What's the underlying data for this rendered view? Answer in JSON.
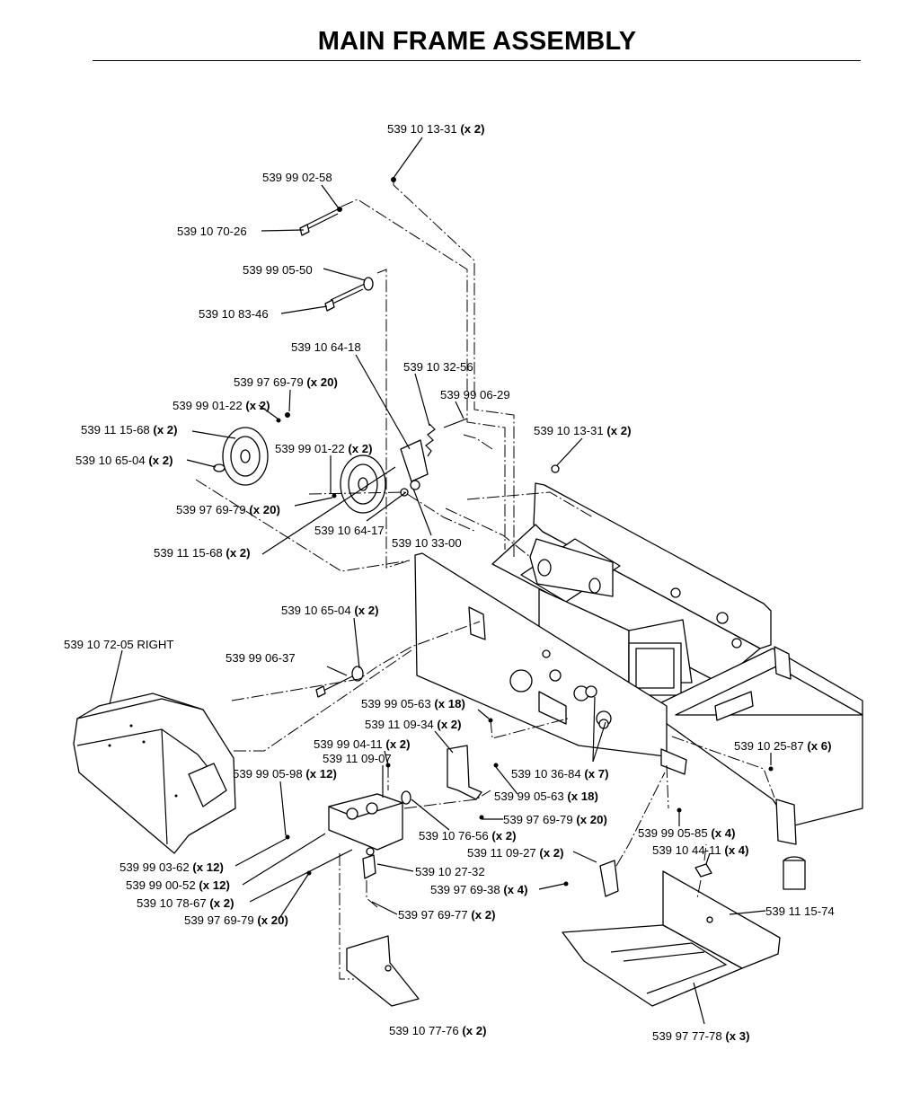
{
  "title": "MAIN FRAME ASSEMBLY",
  "callouts": [
    {
      "id": "c01",
      "part": "539 10 13-31",
      "qty": "(x 2)"
    },
    {
      "id": "c02",
      "part": "539 99 02-58",
      "qty": ""
    },
    {
      "id": "c03",
      "part": "539 10 70-26",
      "qty": ""
    },
    {
      "id": "c04",
      "part": "539 99 05-50",
      "qty": ""
    },
    {
      "id": "c05",
      "part": "539 10 83-46",
      "qty": ""
    },
    {
      "id": "c06",
      "part": "539 10 64-18",
      "qty": ""
    },
    {
      "id": "c07",
      "part": "539 10 32-56",
      "qty": ""
    },
    {
      "id": "c08",
      "part": "539 97 69-79",
      "qty": "(x 20)"
    },
    {
      "id": "c09",
      "part": "539 99 06-29",
      "qty": ""
    },
    {
      "id": "c10",
      "part": "539 99 01-22",
      "qty": "(x 2)"
    },
    {
      "id": "c11",
      "part": "539 11 15-68",
      "qty": "(x 2)"
    },
    {
      "id": "c12",
      "part": "539 10 13-31",
      "qty": "(x 2)"
    },
    {
      "id": "c13",
      "part": "539 99 01-22",
      "qty": "(x 2)"
    },
    {
      "id": "c14",
      "part": "539 10 65-04",
      "qty": "(x 2)"
    },
    {
      "id": "c15",
      "part": "539 97 69-79",
      "qty": "(x 20)"
    },
    {
      "id": "c16",
      "part": "539 10 64-17",
      "qty": ""
    },
    {
      "id": "c17",
      "part": "539 10 33-00",
      "qty": ""
    },
    {
      "id": "c18",
      "part": "539 11 15-68",
      "qty": "(x 2)"
    },
    {
      "id": "c19",
      "part": "539 10 65-04",
      "qty": "(x 2)"
    },
    {
      "id": "c20",
      "part": "539 10 72-05 RIGHT",
      "qty": ""
    },
    {
      "id": "c21",
      "part": "539 99 06-37",
      "qty": ""
    },
    {
      "id": "c22",
      "part": "539 99 05-63",
      "qty": "(x 18)"
    },
    {
      "id": "c23",
      "part": "539 11 09-34",
      "qty": "(x 2)"
    },
    {
      "id": "c24",
      "part": "539 99 04-11",
      "qty": "(x 2)"
    },
    {
      "id": "c25",
      "part": "539 11 09-07",
      "qty": ""
    },
    {
      "id": "c26",
      "part": "539 10 25-87",
      "qty": "(x 6)"
    },
    {
      "id": "c27",
      "part": "539 99 05-98",
      "qty": "(x 12)"
    },
    {
      "id": "c28",
      "part": "539 10 36-84",
      "qty": "(x 7)"
    },
    {
      "id": "c29",
      "part": "539 99 05-63",
      "qty": "(x 18)"
    },
    {
      "id": "c30",
      "part": "539 97 69-79",
      "qty": "(x 20)"
    },
    {
      "id": "c31",
      "part": "539 10 76-56",
      "qty": "(x 2)"
    },
    {
      "id": "c32",
      "part": "539 99 05-85",
      "qty": "(x 4)"
    },
    {
      "id": "c33",
      "part": "539 11 09-27",
      "qty": "(x 2)"
    },
    {
      "id": "c34",
      "part": "539 10 44-11",
      "qty": "(x 4)"
    },
    {
      "id": "c35",
      "part": "539 99 03-62",
      "qty": "(x 12)"
    },
    {
      "id": "c36",
      "part": "539 10 27-32",
      "qty": ""
    },
    {
      "id": "c37",
      "part": "539 99 00-52",
      "qty": "(x 12)"
    },
    {
      "id": "c38",
      "part": "539 97 69-38",
      "qty": "(x 4)"
    },
    {
      "id": "c39",
      "part": "539 10 78-67",
      "qty": "(x 2)"
    },
    {
      "id": "c40",
      "part": "539 11 15-74",
      "qty": ""
    },
    {
      "id": "c41",
      "part": "539 97 69-79",
      "qty": "(x 20)"
    },
    {
      "id": "c42",
      "part": "539 97 69-77",
      "qty": "(x 2)"
    },
    {
      "id": "c43",
      "part": "539 10 77-76",
      "qty": "(x 2)"
    },
    {
      "id": "c44",
      "part": "539 97 77-78",
      "qty": "(x 3)"
    }
  ]
}
